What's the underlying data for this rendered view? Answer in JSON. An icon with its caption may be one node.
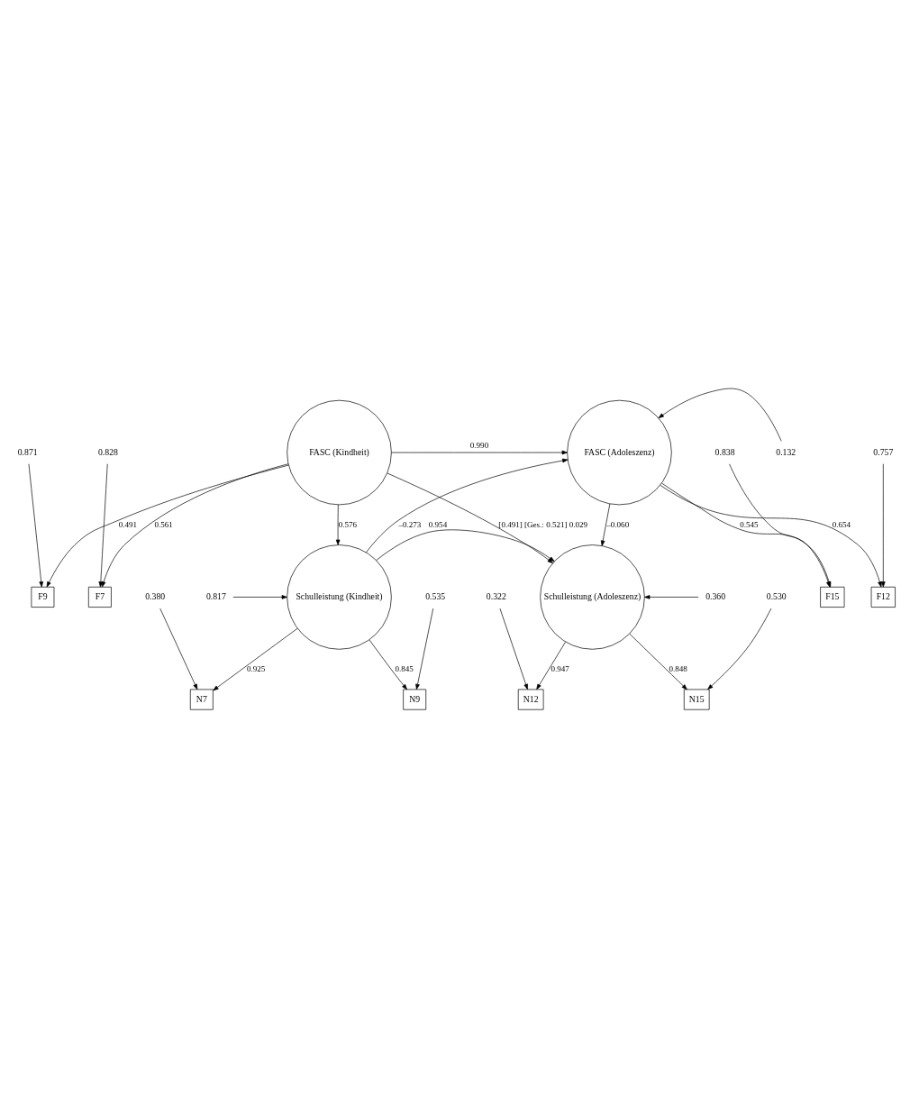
{
  "diagram": {
    "nodes": [
      {
        "text": [
          "0.828"
        ]
      },
      {
        "text": [
          "0.871"
        ]
      },
      {
        "text": [
          "0.757"
        ]
      },
      {
        "text": [
          "0.838"
        ]
      },
      {
        "text": [
          "F7"
        ]
      },
      {
        "text": [
          "F9"
        ]
      },
      {
        "text": [
          "F12"
        ]
      },
      {
        "text": [
          "F15"
        ]
      },
      {
        "text": [
          "FASC (Kindheit)"
        ]
      },
      {
        "text": [
          "FASC (Adoleszenz)"
        ]
      },
      {
        "text": [
          "0.132"
        ]
      },
      {
        "text": [
          "0.817"
        ]
      },
      {
        "text": [
          "Schulleistung (Kindheit)"
        ]
      },
      {
        "text": [
          "Schulleistung (Adoleszenz)"
        ]
      },
      {
        "text": [
          "0.360"
        ]
      },
      {
        "text": [
          "N7"
        ]
      },
      {
        "text": [
          "N9"
        ]
      },
      {
        "text": [
          "N12"
        ]
      },
      {
        "text": [
          "N15"
        ]
      },
      {
        "text": [
          "0.380"
        ]
      },
      {
        "text": [
          "0.535"
        ]
      },
      {
        "text": [
          "0.322"
        ]
      },
      {
        "text": [
          "0.530"
        ]
      }
    ],
    "edges": [
      {
        "from": 0,
        "to": 4,
        "arrow": "to"
      },
      {
        "from": 1,
        "to": 5,
        "arrow": "to"
      },
      {
        "from": 2,
        "to": 6,
        "arrow": "to"
      },
      {
        "from": 3,
        "to": 7,
        "arrow": "to"
      },
      {
        "from": 8,
        "to": 4,
        "label": "0.561",
        "arrow": "to"
      },
      {
        "from": 8,
        "to": 5,
        "label": "0.491",
        "arrow": "to"
      },
      {
        "from": 9,
        "to": 6,
        "label": "0.654",
        "arrow": "to"
      },
      {
        "from": 9,
        "to": 7,
        "label": "0.545",
        "arrow": "to"
      },
      {
        "from": 8,
        "to": 9,
        "label": "0.990",
        "arrow": "to"
      },
      {
        "from": 10,
        "to": 9,
        "arrow": "to"
      },
      {
        "from": 8,
        "to": 13,
        "label": "[0.491] [Ges.: 0.521] 0.029",
        "arrow": "to"
      },
      {
        "from": 8,
        "to": 12,
        "label": "0.576",
        "arrow": "to"
      },
      {
        "from": 12,
        "to": 9,
        "label": "–0.273",
        "arrow": "to"
      },
      {
        "from": 9,
        "to": 13,
        "label": "–0.060",
        "arrow": "to"
      },
      {
        "from": 11,
        "to": 12,
        "arrow": "to"
      },
      {
        "from": 12,
        "to": 13,
        "label": "0.954",
        "arrow": "to"
      },
      {
        "from": 14,
        "to": 13,
        "arrow": "to"
      },
      {
        "from": 12,
        "to": 15,
        "label": "0.925",
        "arrow": "to"
      },
      {
        "from": 12,
        "to": 16,
        "label": "0.845",
        "arrow": "to"
      },
      {
        "from": 13,
        "to": 17,
        "label": "0.947",
        "arrow": "to"
      },
      {
        "from": 13,
        "to": 18,
        "label": "0.848",
        "arrow": "to"
      },
      {
        "from": 19,
        "to": 15,
        "arrow": "to"
      },
      {
        "from": 20,
        "to": 16,
        "arrow": "to"
      },
      {
        "from": 21,
        "to": 17,
        "arrow": "to"
      },
      {
        "from": 22,
        "to": 18,
        "arrow": "to"
      }
    ]
  }
}
